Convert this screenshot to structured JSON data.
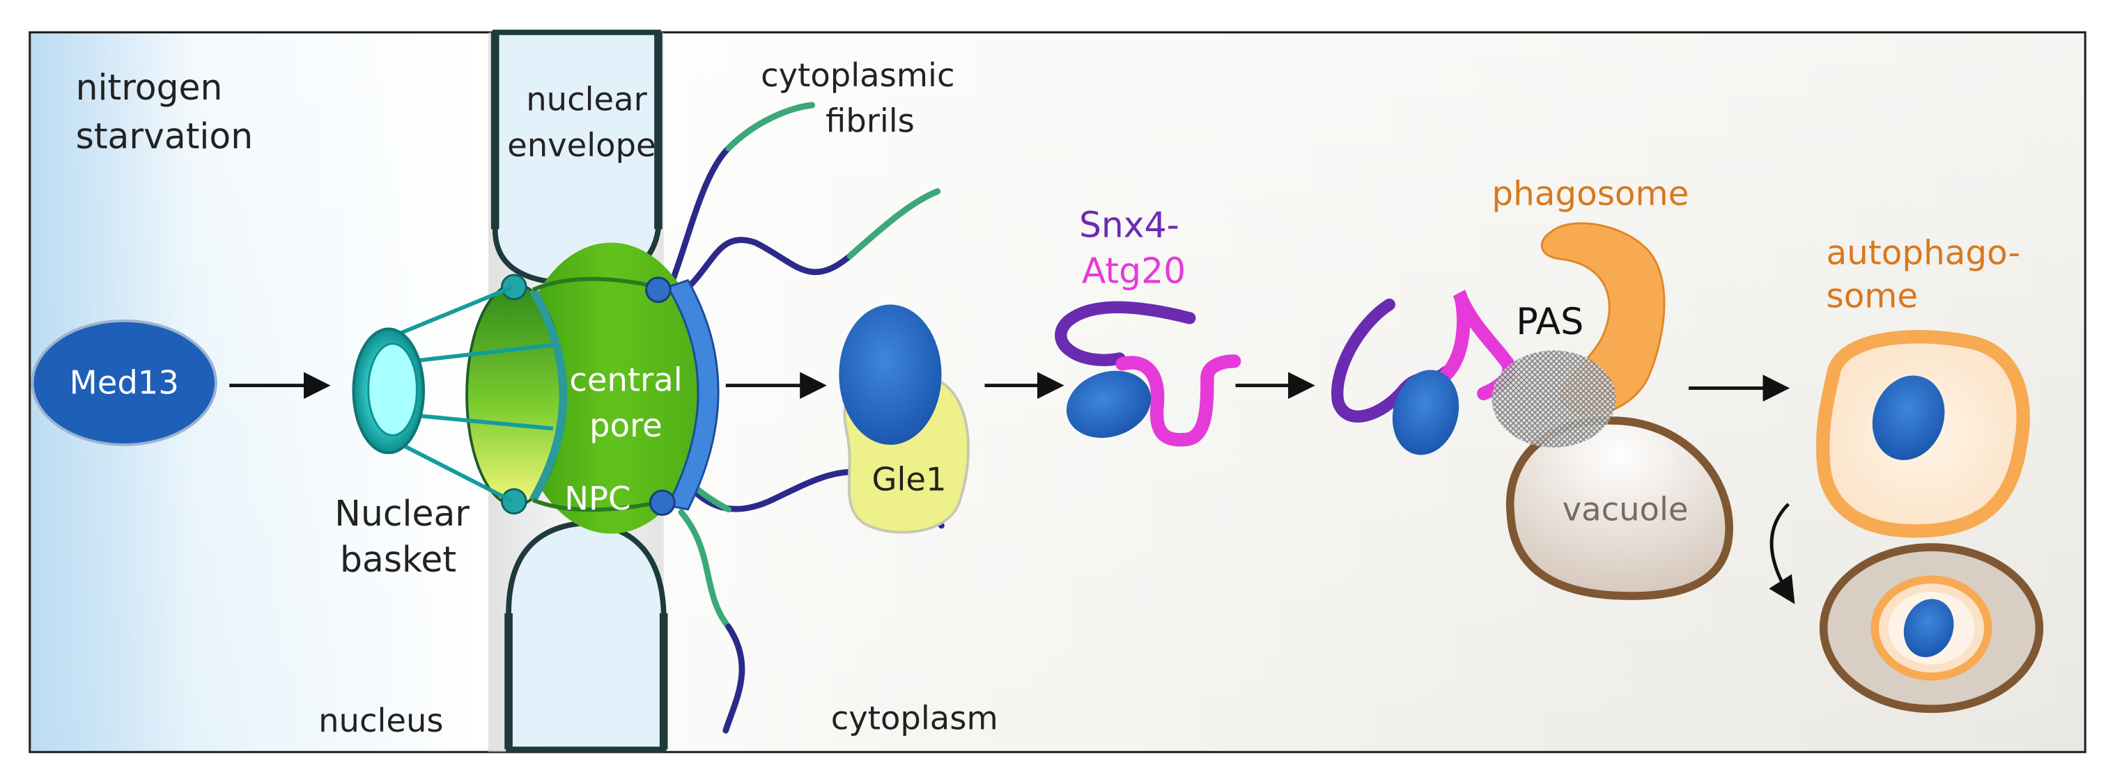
{
  "labels": {
    "nitrogen_line1": "nitrogen",
    "nitrogen_line2": "starvation",
    "nuclear_envelope_line1": "nuclear",
    "nuclear_envelope_line2": "envelope",
    "cytoplasmic_fibrils_line1": "cytoplasmic",
    "cytoplasmic_fibrils_line2": "fibrils",
    "med13": "Med13",
    "central_pore_line1": "central",
    "central_pore_line2": "pore",
    "npc": "NPC",
    "nuclear_basket_line1": "Nuclear",
    "nuclear_basket_line2": "basket",
    "gle1": "Gle1",
    "snx4": "Snx4-",
    "atg20": "Atg20",
    "phagosome": "phagosome",
    "pas": "PAS",
    "autophagosome_line1": "autophago-",
    "autophagosome_line2": "some",
    "vacuole": "vacuole",
    "nucleus": "nucleus",
    "cytoplasm": "cytoplasm"
  },
  "colors": {
    "med13_blue": "#2f6fc6",
    "snx4_purple": "#6a2bb0",
    "atg20_magenta": "#e53ad9",
    "phagosome_orange": "#d9781c",
    "vacuole_brown": "#7f5733",
    "pore_green": "#5cba1c",
    "basket_teal": "#159c9c"
  }
}
